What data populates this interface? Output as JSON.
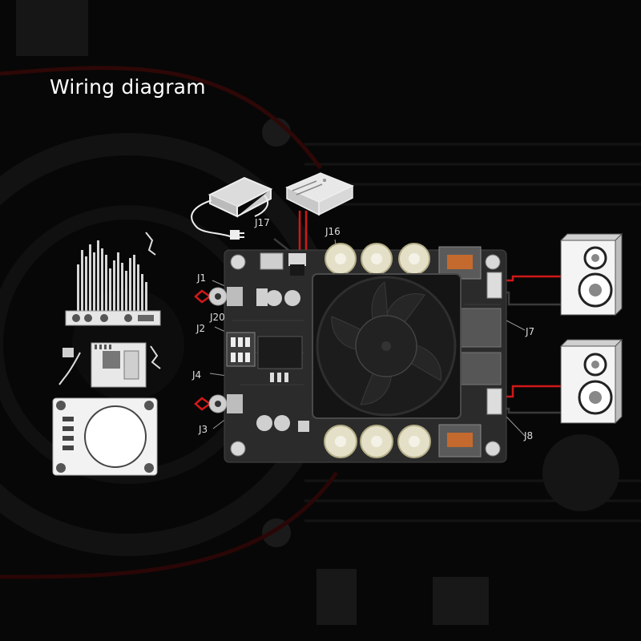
{
  "title": "Wiring diagram",
  "connectors": {
    "j17": "J17",
    "j16": "J16",
    "j1": "J1",
    "j20": "J20",
    "j2": "J2",
    "j4": "J4",
    "j3": "J3",
    "j7": "J7",
    "j8": "J8"
  },
  "colors": {
    "background": "#060606",
    "wire_red": "#d01818",
    "wire_dark": "#3a3a3a",
    "pcb": "#2a2a2a",
    "outline": "#f2f2f2"
  },
  "icons": [
    "power-adapter-icon",
    "power-supply-icon",
    "equalizer-module-icon",
    "bluetooth-module-icon",
    "knob-module-icon",
    "speaker-icon",
    "amplifier-board-icon",
    "cooling-fan-icon"
  ]
}
